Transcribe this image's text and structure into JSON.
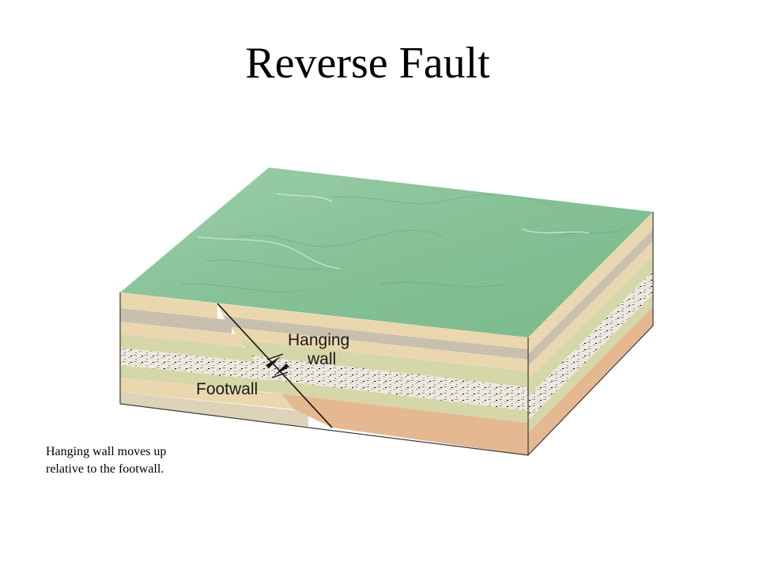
{
  "title": "Reverse Fault",
  "labels": {
    "hanging_wall_line1": "Hanging",
    "hanging_wall_line2": "wall",
    "footwall": "Footwall"
  },
  "caption": {
    "line1": "Hanging wall moves up",
    "line2": "relative to the footwall."
  },
  "colors": {
    "surface_green": "#8cc59b",
    "layer_tan": "#ead7ae",
    "layer_grey": "#c9bfae",
    "layer_olive": "#d6d7a8",
    "layer_speckled": "#ebe7dc",
    "layer_peach": "#e6b892"
  }
}
